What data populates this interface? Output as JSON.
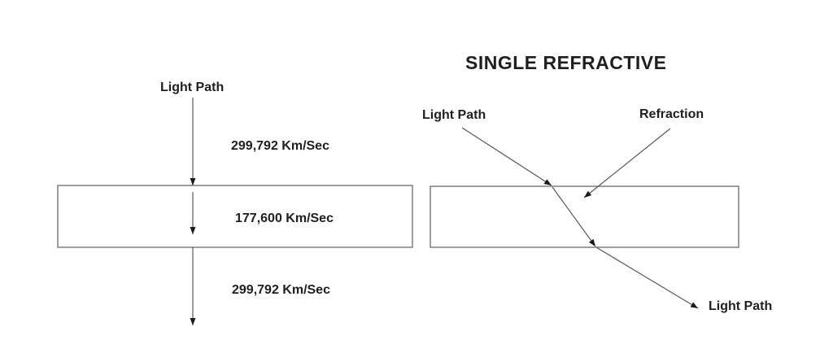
{
  "diagram_left": {
    "light_path_label": "Light Path",
    "speed_above": "299,792 Km/Sec",
    "speed_inside": "177,600 Km/Sec",
    "speed_below": "299,792 Km/Sec"
  },
  "diagram_right": {
    "title": "SINGLE REFRACTIVE",
    "incident_label": "Light Path",
    "refraction_label": "Refraction",
    "exit_label": "Light Path"
  },
  "colors": {
    "background": "#ffffff",
    "text": "#1f1f1f",
    "line": "#595959",
    "arrowhead": "#1a1a1a",
    "box_border": "#7f7f7f"
  }
}
